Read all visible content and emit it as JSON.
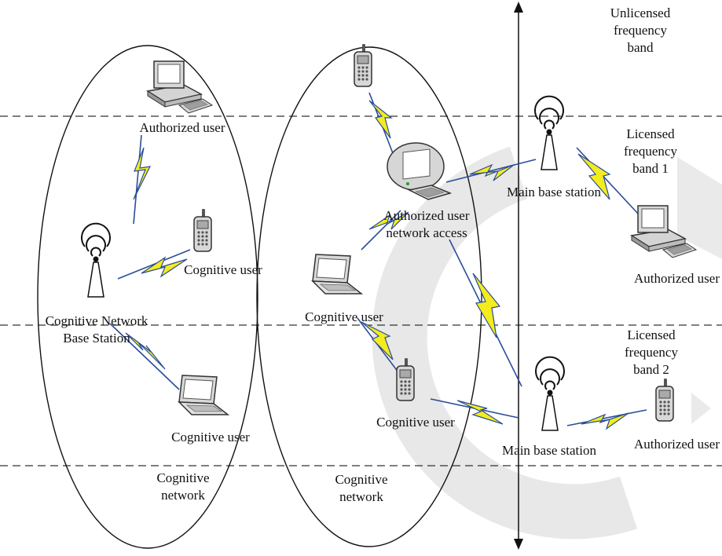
{
  "bands": {
    "unlicensed": "Unlicensed frequency\nband",
    "licensed_1": "Licensed\nfrequency band 1",
    "licensed_2": "Licensed frequency\nband 2"
  },
  "left_network": {
    "authorized_user": "Authorized user",
    "cognitive_user_phone": "Cognitive user",
    "base_station": "Cognitive Network\nBase Station",
    "cognitive_user_laptop": "Cognitive user",
    "network_label": "Cognitive\nnetwork"
  },
  "middle_network": {
    "access_point": "Authorized user\nnetwork access",
    "cognitive_user_laptop": "Cognitive user",
    "cognitive_user_phone": "Cognitive user",
    "network_label": "Cognitive\nnetwork"
  },
  "right_side": {
    "main_base_station_1": "Main base station",
    "authorized_user_pc": "Authorized user",
    "main_base_station_2": "Main base station",
    "authorized_user_phone": "Authorized user"
  },
  "colors": {
    "line": "#222222",
    "lightning_fill": "#f4ec1c",
    "lightning_stroke": "#2a4d9c",
    "device_gray": "#d8d8d8",
    "watermark": "#e8e8e8"
  }
}
